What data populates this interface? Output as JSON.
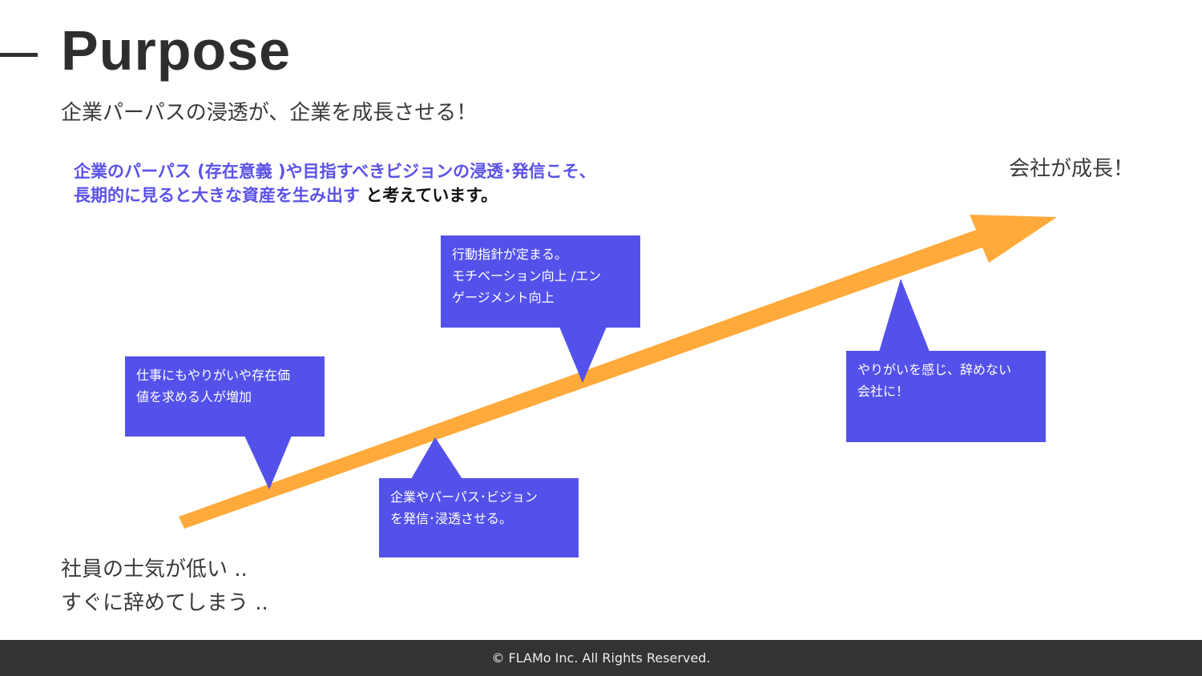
{
  "header": {
    "title": "Purpose",
    "subtitle": "企業パーパスの浸透が、企業を成長させる！"
  },
  "highlight": {
    "line1": "企業のパーパス (存在意義 )や目指すべきビジョンの浸透･発信こそ、",
    "line2_blue": "長期的に見ると大きな資産を生み出す",
    "line2_black": "と考えています。"
  },
  "growth_label": "会社が成長！",
  "bottom": {
    "line1": "社員の士気が低い ..",
    "line2": "すぐに辞めてしまう .."
  },
  "callouts": {
    "c1": [
      "仕事にもやりがいや存在価",
      "値を求める人が増加"
    ],
    "c2": [
      "企業やパーパス･ビジョン",
      "を発信･浸透させる。"
    ],
    "c3": [
      "行動指針が定まる。",
      "モチベーション向上 /エン",
      "ゲージメント向上"
    ],
    "c4": [
      "やりがいを感じ、辞めない",
      "会社に！"
    ]
  },
  "footer": {
    "copyright": "© FLAMo Inc. All Rights Reserved."
  },
  "colors": {
    "accent": "#5451ea",
    "arrow": "#ffaa3b",
    "text": "#3a3a3a",
    "footer_bg": "#333333"
  }
}
